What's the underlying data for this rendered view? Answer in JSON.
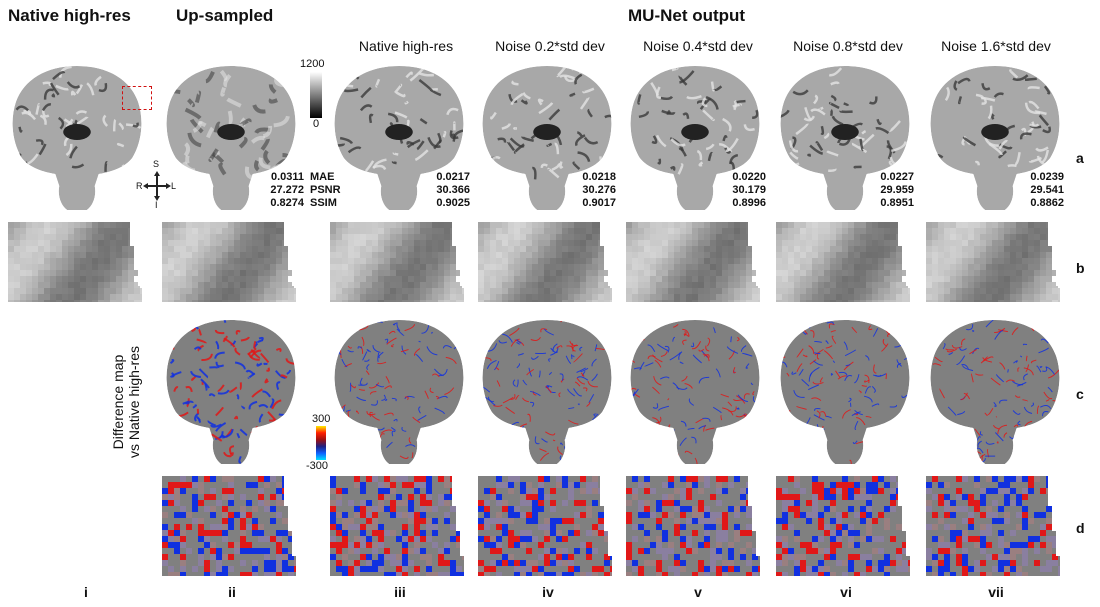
{
  "headers": {
    "native": "Native high-res",
    "upsampled": "Up-sampled",
    "munet": "MU-Net output"
  },
  "subheaders": [
    "Native high-res",
    "Noise 0.2*std dev",
    "Noise 0.4*std dev",
    "Noise 0.8*std dev",
    "Noise 1.6*std dev"
  ],
  "colorbar_gray": {
    "max": "1200",
    "min": "0"
  },
  "colorbar_diff": {
    "max": "300",
    "min": "-300"
  },
  "orientation": {
    "s": "S",
    "i": "I",
    "r": "R",
    "l": "L"
  },
  "metric_names": {
    "mae": "MAE",
    "psnr": "PSNR",
    "ssim": "SSIM"
  },
  "metrics": [
    {
      "mae": "0.0311",
      "psnr": "27.272",
      "ssim": "0.8274"
    },
    {
      "mae": "0.0217",
      "psnr": "30.366",
      "ssim": "0.9025"
    },
    {
      "mae": "0.0218",
      "psnr": "30.276",
      "ssim": "0.9017"
    },
    {
      "mae": "0.0220",
      "psnr": "30.179",
      "ssim": "0.8996"
    },
    {
      "mae": "0.0227",
      "psnr": "29.959",
      "ssim": "0.8951"
    },
    {
      "mae": "0.0239",
      "psnr": "29.541",
      "ssim": "0.8862"
    }
  ],
  "diff_ylabel": [
    "Difference map",
    "vs Native high-res"
  ],
  "row_labels": [
    "a",
    "b",
    "c",
    "d"
  ],
  "col_labels": [
    "i",
    "ii",
    "iii",
    "iv",
    "v",
    "vi",
    "vii"
  ],
  "colors": {
    "blue": "#1030e0",
    "red": "#e01818",
    "gray": "#808080"
  }
}
